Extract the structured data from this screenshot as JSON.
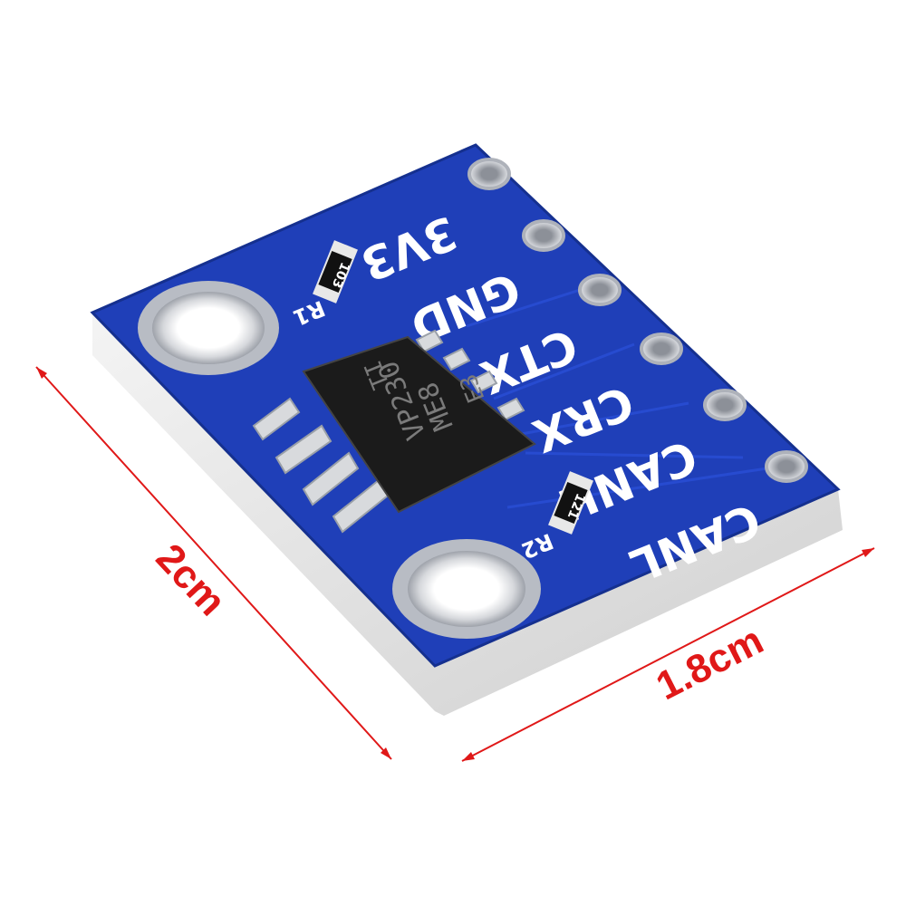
{
  "colors": {
    "pcb": "#1f3fb8",
    "pcb_dark": "#14297a",
    "edge": "#e6e6e6",
    "chip": "#1b1b1b",
    "pad": "#c9ccd2",
    "dimension": "#e01818"
  },
  "pins": [
    "3V3",
    "GND",
    "CTX",
    "CRX",
    "CANH",
    "CANL"
  ],
  "resistors": [
    {
      "ref": "R1",
      "code": "103"
    },
    {
      "ref": "R2",
      "code": "121"
    }
  ],
  "chip": {
    "line1": "VP230",
    "line2": "ME8",
    "line3": "TI",
    "line4": "E3"
  },
  "dimensions": {
    "length": "2cm",
    "width": "1.8cm"
  }
}
